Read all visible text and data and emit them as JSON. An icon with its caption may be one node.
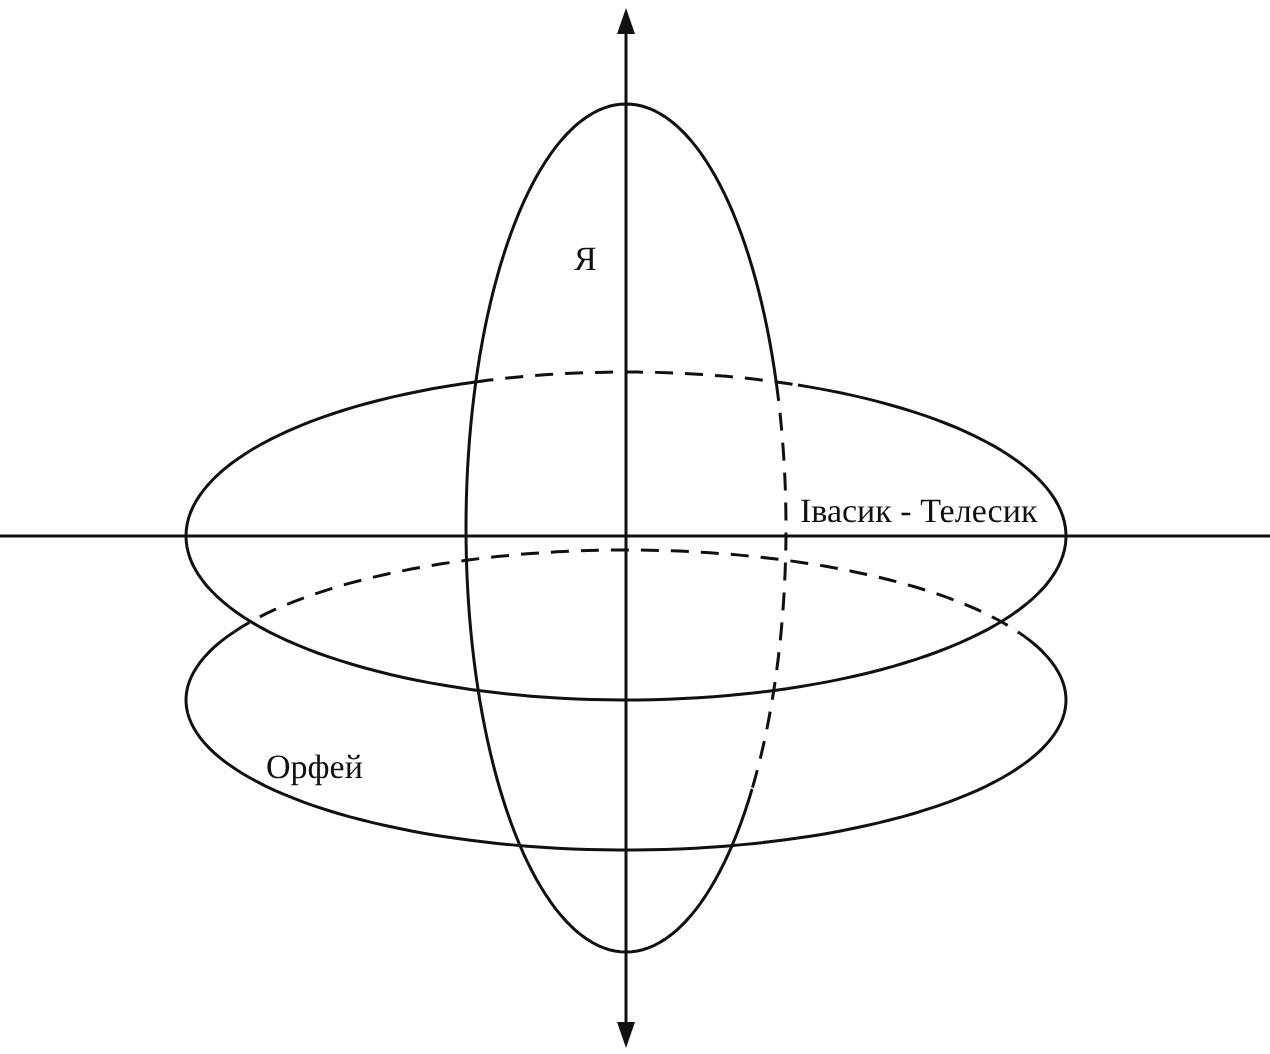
{
  "diagram": {
    "nodes": [
      {
        "text": [
          "Я"
        ]
      },
      {
        "text": [
          "Івасик - Телесик"
        ]
      },
      {
        "text": [
          "Орфей"
        ]
      }
    ]
  }
}
